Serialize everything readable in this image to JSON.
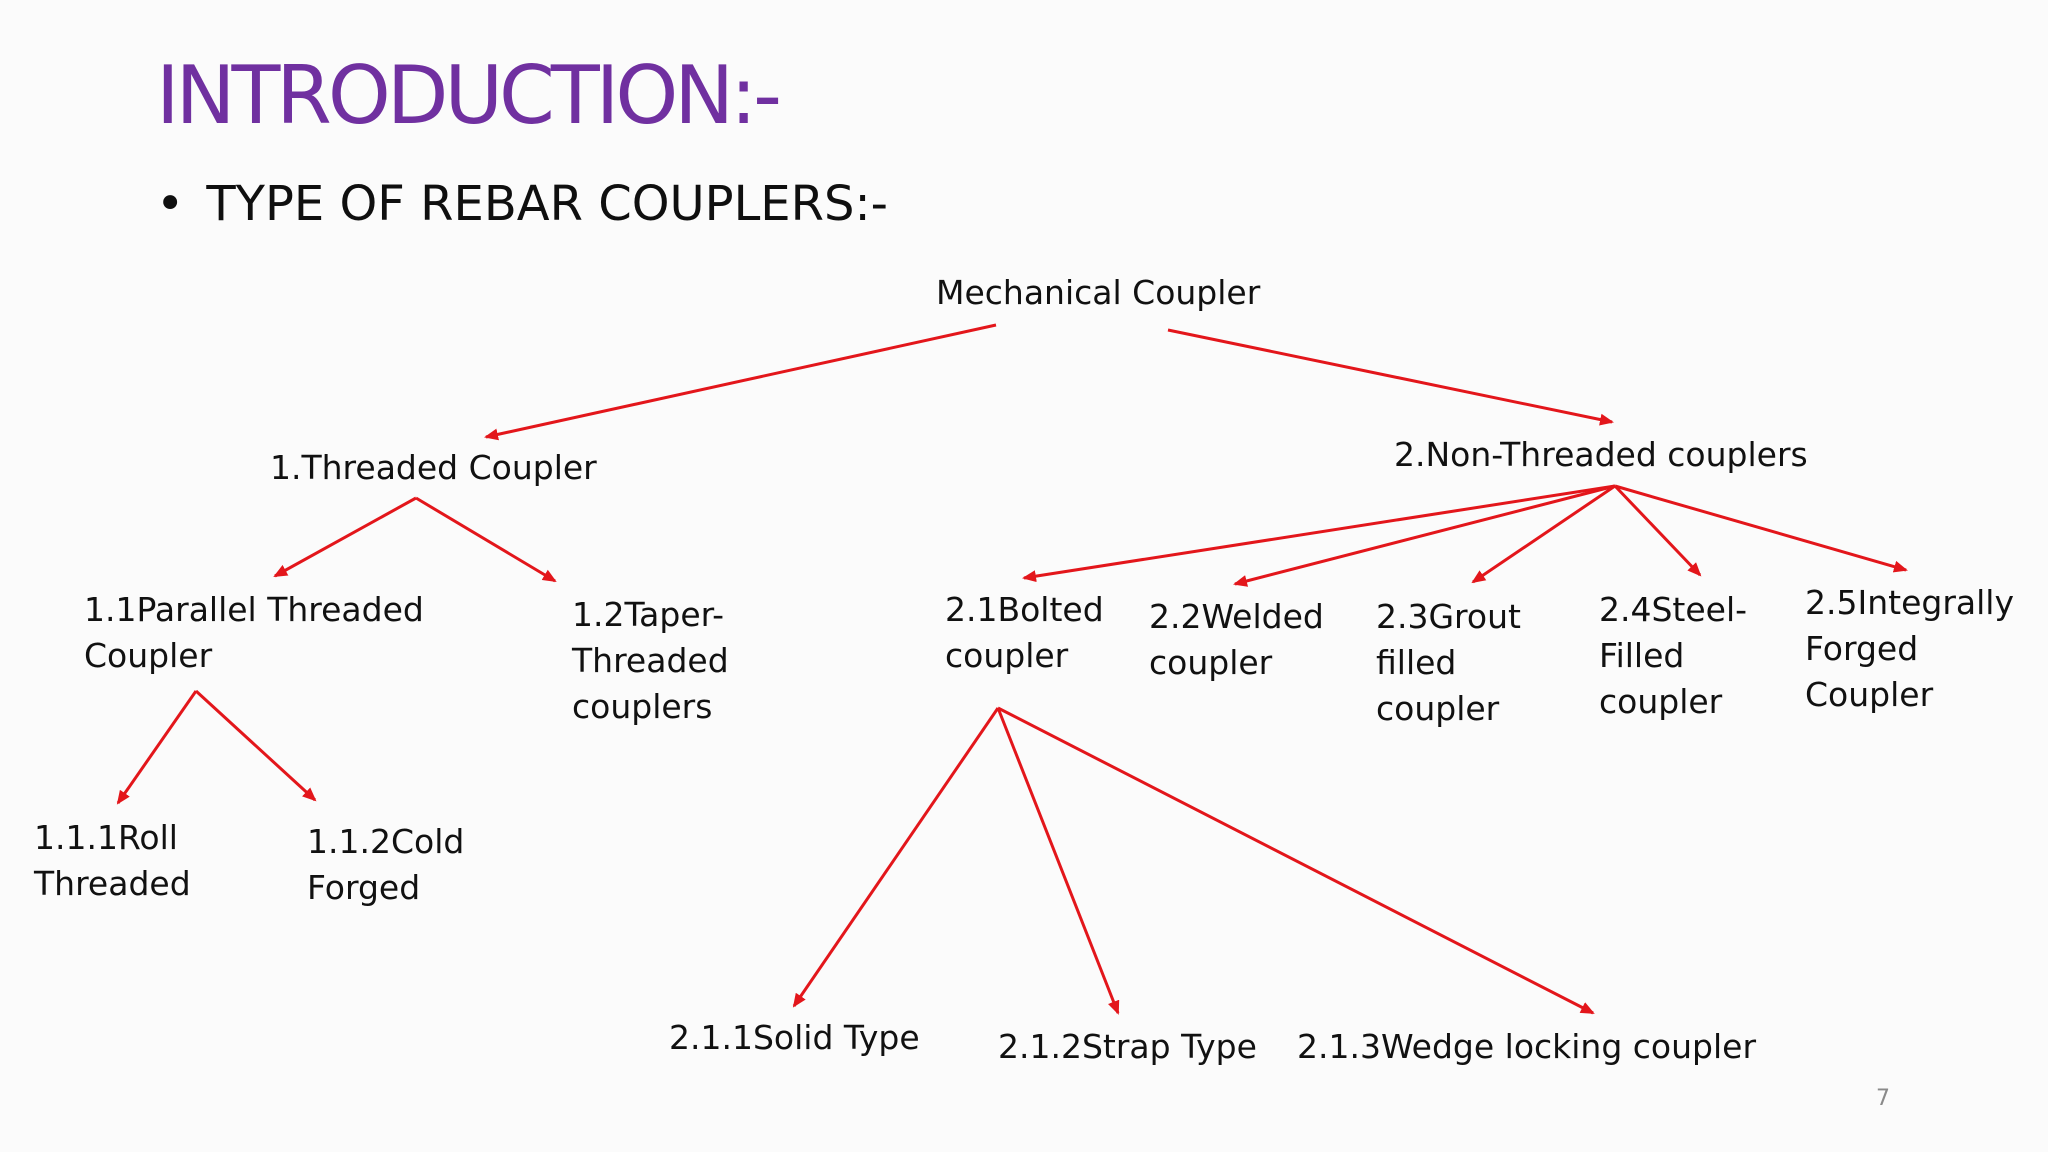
{
  "slide": {
    "title": "INTRODUCTION:-",
    "bullet_symbol": "•",
    "bullet_text": "TYPE OF REBAR COUPLERS:-",
    "page_number": "7",
    "title_color": "#7030a0",
    "arrow_color": "#e3161b"
  },
  "diagram": {
    "root": [
      "Mechanical Coupler"
    ],
    "threaded": [
      "1.Threaded Coupler"
    ],
    "parallel": [
      "1.1Parallel Threaded",
      "Coupler"
    ],
    "taper": [
      "1.2Taper-",
      "Threaded",
      "couplers"
    ],
    "roll": [
      "1.1.1Roll",
      "Threaded"
    ],
    "cold": [
      "1.1.2Cold",
      "Forged"
    ],
    "non_threaded": [
      "2.Non-Threaded couplers"
    ],
    "bolted": [
      "2.1Bolted",
      "coupler"
    ],
    "welded": [
      "2.2Welded",
      "coupler"
    ],
    "grout": [
      "2.3Grout",
      "filled",
      "coupler"
    ],
    "steel": [
      "2.4Steel-",
      "Filled",
      "coupler"
    ],
    "forged": [
      "2.5Integrally",
      "Forged",
      "Coupler"
    ],
    "solid": [
      "2.1.1Solid Type"
    ],
    "strap": [
      "2.1.2Strap Type"
    ],
    "wedge": [
      "2.1.3Wedge locking coupler"
    ]
  }
}
